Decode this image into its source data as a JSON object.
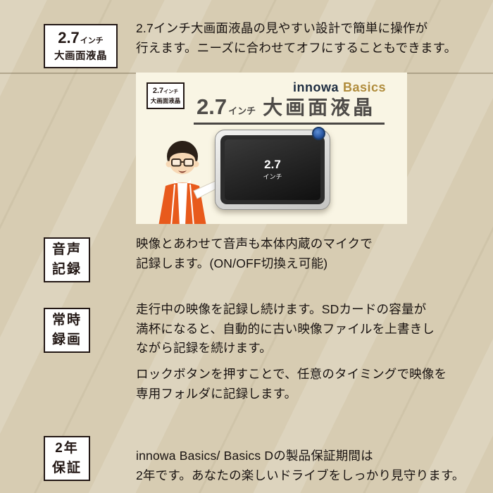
{
  "colors": {
    "background": "#d7ccb2",
    "panel": "#f9f5e4",
    "badge_border": "#231815",
    "brand_dark": "#1d2c40",
    "brand_gold": "#b08c3c",
    "headline_gray": "#4e4b48",
    "vest_orange": "#e85a1c",
    "button_blue": "#2a5caa"
  },
  "feature_screen": {
    "badge": {
      "value": "2.7",
      "unit": "インチ",
      "label": "大画面液晶"
    },
    "description": "2.7インチ大画面液晶の見やすい設計で簡単に操作が\n行えます。ニーズに合わせてオフにすることもできます。"
  },
  "hero": {
    "mini_badge": {
      "value": "2.7",
      "unit": "インチ",
      "label": "大画面液晶"
    },
    "brand": {
      "name": "innowa",
      "series": "Basics"
    },
    "headline": {
      "value": "2.7",
      "unit": "インチ",
      "title": "大画面液晶"
    },
    "device_screen": {
      "value": "2.7",
      "unit": "インチ"
    }
  },
  "feature_audio": {
    "badge": "音声\n記録",
    "description": "映像とあわせて音声も本体内蔵のマイクで\n記録します。(ON/OFF切換え可能)"
  },
  "feature_loop": {
    "badge": "常時\n録画",
    "description": "走行中の映像を記録し続けます。SDカードの容量が\n満杯になると、自動的に古い映像ファイルを上書きし\nながら記録を続けます。",
    "description2": "ロックボタンを押すことで、任意のタイミングで映像を\n専用フォルダに記録します。"
  },
  "feature_warranty": {
    "badge": "2年\n保証",
    "description": "innowa Basics/ Basics Dの製品保証期間は\n2年です。あなたの楽しいドライブをしっかり見守ります。"
  }
}
